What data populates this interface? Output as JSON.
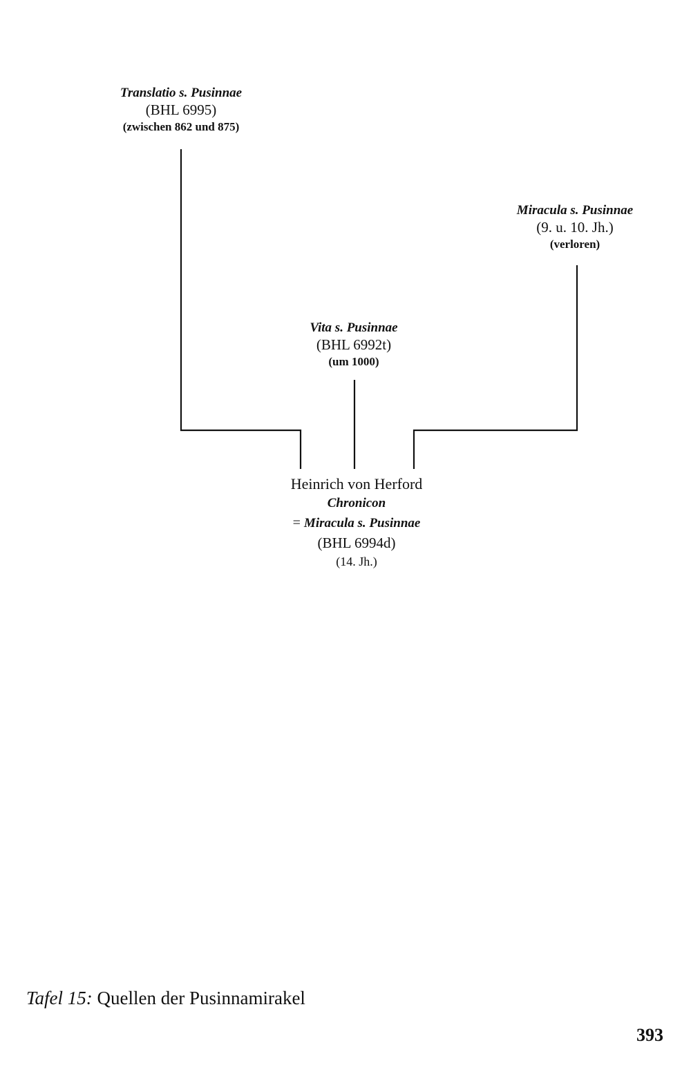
{
  "diagram": {
    "translatio": {
      "title": "Translatio s. Pusinnae",
      "ref": "(BHL 6995)",
      "date": "(zwischen 862 und 875)"
    },
    "miracula_lost": {
      "title": "Miracula s. Pusinnae",
      "date": "(9. u. 10. Jh.)",
      "note": "(verloren)"
    },
    "vita": {
      "title": "Vita s. Pusinnae",
      "ref": "(BHL 6992t)",
      "date": "(um 1000)"
    },
    "heinrich": {
      "author": "Heinrich von Herford",
      "work": "Chronicon",
      "equiv_prefix": "= ",
      "equiv_title": "Miracula s. Pusinnae",
      "ref": "(BHL 6994d)",
      "date": "(14. Jh.)"
    },
    "edges": [
      {
        "from": "Translatio s. Pusinnae",
        "to": "Heinrich von Herford"
      },
      {
        "from": "Vita s. Pusinnae",
        "to": "Heinrich von Herford"
      },
      {
        "from": "Miracula s. Pusinnae",
        "to": "Heinrich von Herford"
      }
    ]
  },
  "caption": {
    "label": "Tafel 15:",
    "text": " Quellen der Pusinnamirakel"
  },
  "page_number": "393"
}
